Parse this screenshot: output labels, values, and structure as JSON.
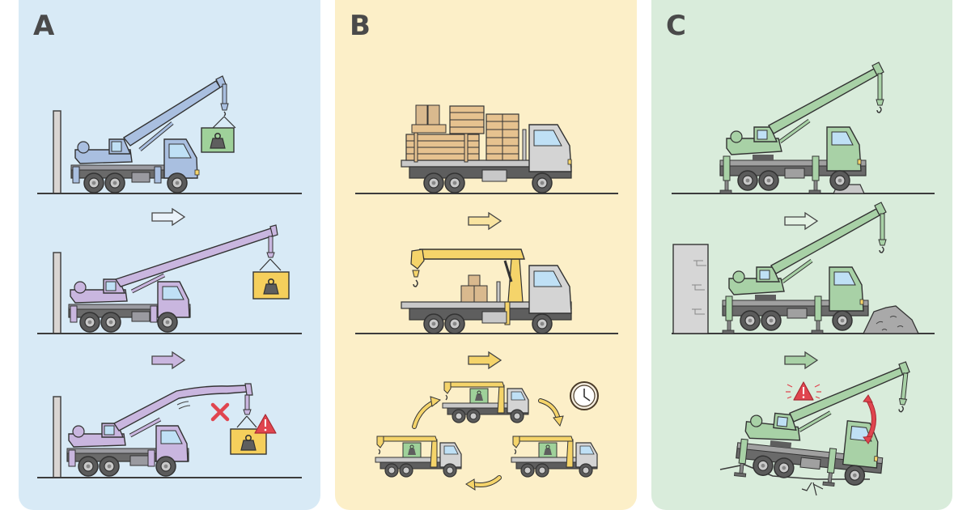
{
  "panels": [
    {
      "id": "A",
      "label": "A",
      "background": "#d8eaf6",
      "crane_colors": [
        "#a9bfe0",
        "#c9b6df",
        "#c9b6df"
      ],
      "load_colors": [
        "#9fd19a",
        "#f5cf5c",
        "#f5cf5c"
      ],
      "scenes": [
        "crane-lifting-load-near-wall",
        "crane-boom-extended-heavy-load",
        "boom-bending-overload-warning"
      ]
    },
    {
      "id": "B",
      "label": "B",
      "background": "#fcefc8",
      "crane_color": "#f5d46a",
      "scenes": [
        "flatbed-truck-with-pallets-and-lumber",
        "truck-mounted-knuckle-crane-with-boxes",
        "three-cranes-rotating-cycle-with-clock"
      ]
    },
    {
      "id": "C",
      "label": "C",
      "background": "#d9ecdb",
      "crane_color": "#a8d1a6",
      "scenes": [
        "crane-on-outriggers-with-pad",
        "crane-between-wall-and-rubble",
        "crane-tipping-on-uneven-ground-warning"
      ]
    }
  ],
  "colors": {
    "outline": "#3c3c3c",
    "chassis": "#5b5b5b",
    "ground": "#3c3c3c",
    "warning_red": "#e0454f",
    "cabin_window": "#bfe0f5",
    "wood": "#e6c28f"
  }
}
